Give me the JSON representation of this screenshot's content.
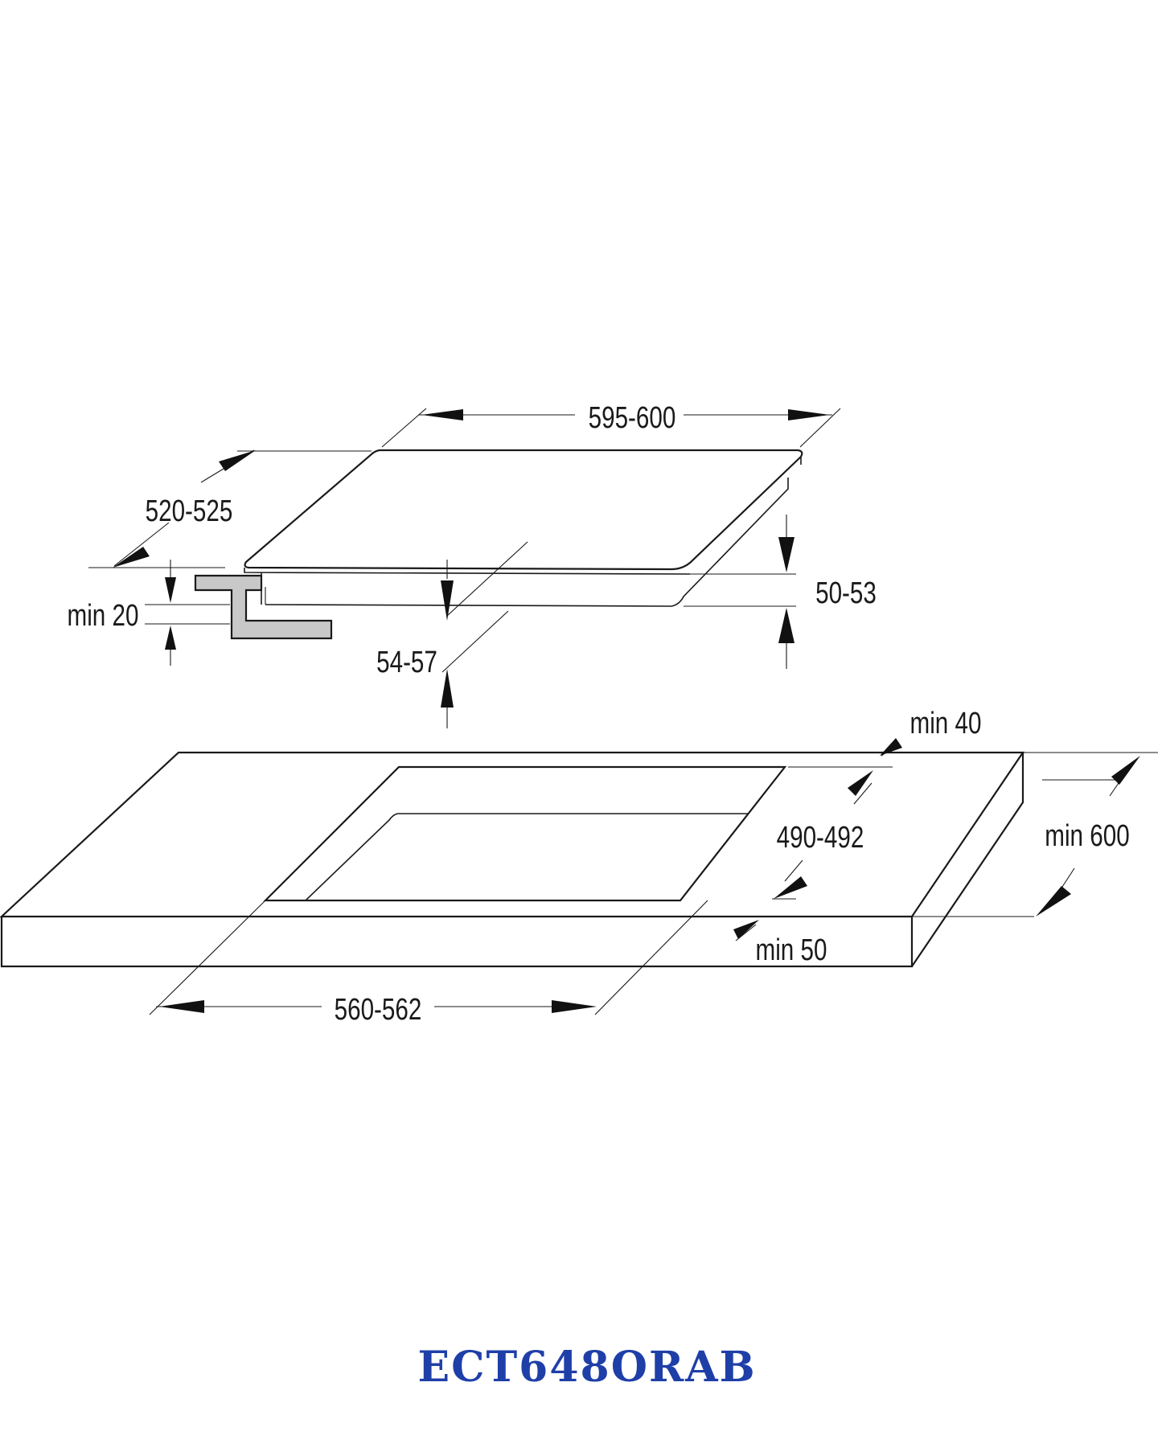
{
  "dimensions": {
    "hob_width": "595-600",
    "hob_depth": "520-525",
    "hob_thickness": "50-53",
    "built_in_height": "54-57",
    "min_wall_clearance": "min 20",
    "min_back_distance": "min 40",
    "cutout_depth": "490-492",
    "worktop_depth": "min 600",
    "min_front_distance": "min 50",
    "cutout_width": "560-562"
  },
  "model": "ECT648ORAB",
  "colors": {
    "model_label": "#1f3fa8",
    "line": "#1a1a1a",
    "bracket": "#c8c8c8"
  }
}
